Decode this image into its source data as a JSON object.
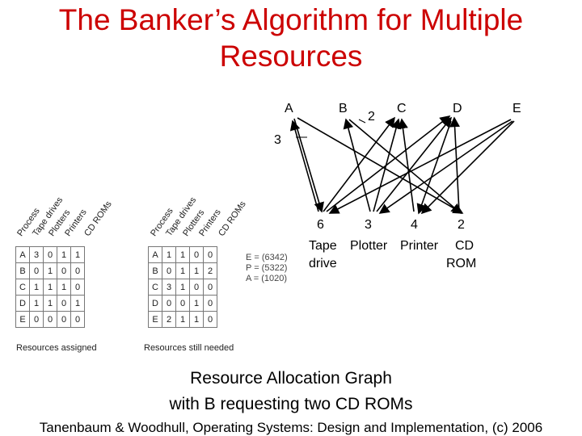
{
  "title": "The Banker’s Algorithm for Multiple Resources",
  "graph": {
    "processes": [
      "A",
      "B",
      "C",
      "D",
      "E"
    ],
    "resources": [
      "Tape drive",
      "Plotter",
      "Printer",
      "CD ROM"
    ],
    "resource_counts": [
      "6",
      "3",
      "4",
      "2"
    ],
    "resource_labels": {
      "r1": "Tape",
      "r1b": "drive",
      "r2": "Plotter",
      "r3": "Printer",
      "r4": "CD",
      "r4b": "ROM"
    },
    "edge_label_b": "2",
    "edge_label_a": "3"
  },
  "assigned": {
    "columns": [
      "Process",
      "Tape drives",
      "Plotters",
      "Printers",
      "CD ROMs"
    ],
    "rows": [
      [
        "A",
        "3",
        "0",
        "1",
        "1"
      ],
      [
        "B",
        "0",
        "1",
        "0",
        "0"
      ],
      [
        "C",
        "1",
        "1",
        "1",
        "0"
      ],
      [
        "D",
        "1",
        "1",
        "0",
        "1"
      ],
      [
        "E",
        "0",
        "0",
        "0",
        "0"
      ]
    ],
    "caption": "Resources assigned"
  },
  "needed": {
    "columns": [
      "Process",
      "Tape drives",
      "Plotters",
      "Printers",
      "CD ROMs"
    ],
    "rows": [
      [
        "A",
        "1",
        "1",
        "0",
        "0"
      ],
      [
        "B",
        "0",
        "1",
        "1",
        "2"
      ],
      [
        "C",
        "3",
        "1",
        "0",
        "0"
      ],
      [
        "D",
        "0",
        "0",
        "1",
        "0"
      ],
      [
        "E",
        "2",
        "1",
        "1",
        "0"
      ]
    ],
    "caption": "Resources still needed"
  },
  "vectors": [
    "E = (6342)",
    "P = (5322)",
    "A = (1020)"
  ],
  "caption_line1": "Resource Allocation Graph",
  "caption_line2": "with B requesting two CD ROMs",
  "footer": "Tanenbaum & Woodhull, Operating Systems: Design and Implementation, (c) 2006"
}
